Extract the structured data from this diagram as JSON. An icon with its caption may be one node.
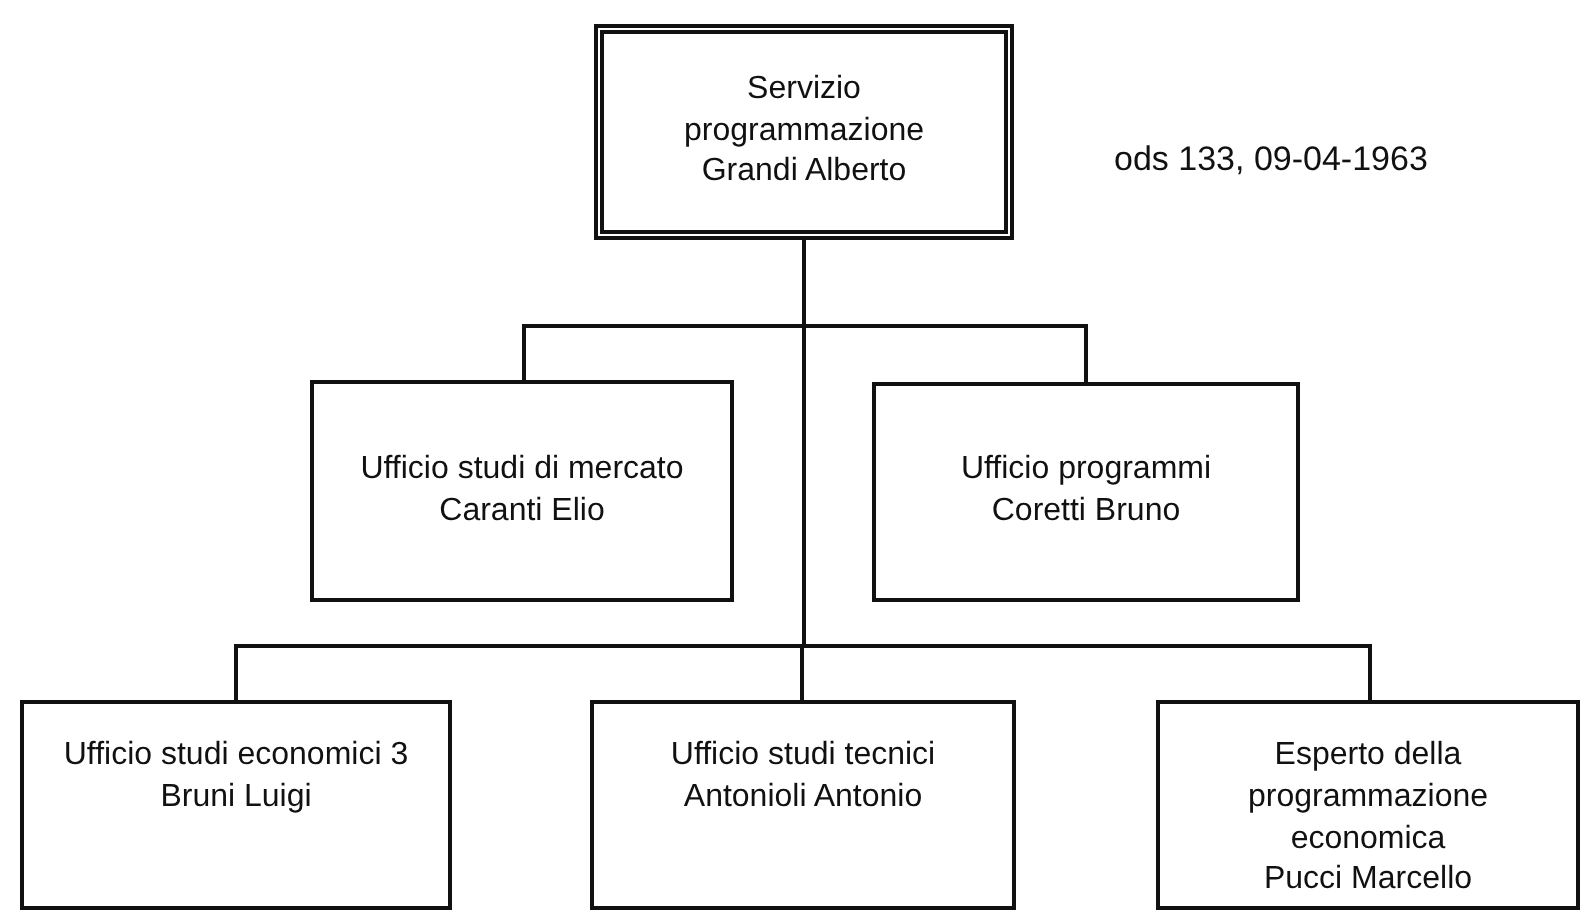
{
  "diagram": {
    "nodes": [
      {
        "text": [
          "Servizio programmazione",
          "Grandi Alberto"
        ]
      },
      {
        "text": [
          "Ufficio studi di mercato",
          "Caranti Elio"
        ]
      },
      {
        "text": [
          "Ufficio programmi",
          "Coretti Bruno"
        ]
      },
      {
        "text": [
          "Ufficio studi economici 3",
          "Bruni Luigi"
        ]
      },
      {
        "text": [
          "Ufficio studi tecnici",
          "Antonioli Antonio"
        ]
      },
      {
        "text": [
          "Esperto della programmazione economica",
          "Pucci Marcello"
        ]
      }
    ],
    "edges": [
      {
        "from": 0,
        "to": 1,
        "arrow": "none"
      },
      {
        "from": 0,
        "to": 2,
        "arrow": "none"
      },
      {
        "from": 0,
        "to": 3,
        "arrow": "none"
      },
      {
        "from": 0,
        "to": 4,
        "arrow": "none"
      },
      {
        "from": 0,
        "to": 5,
        "arrow": "none"
      }
    ],
    "labels": [
      "ods 133, 09-04-1963"
    ]
  }
}
